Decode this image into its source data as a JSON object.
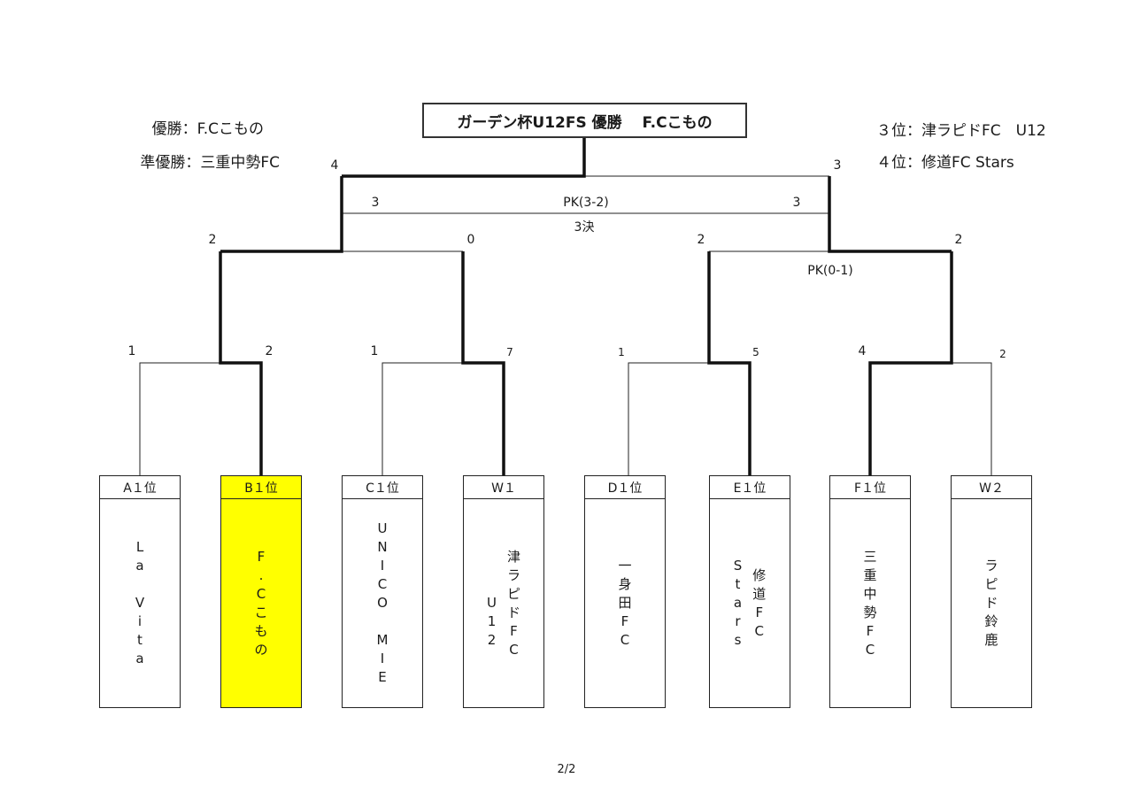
{
  "title": "ガーデン杯U12FS 優勝　 F.Cこもの",
  "results": {
    "champion": "優勝：F.Cこもの",
    "runner_up": "準優勝：三重中勢FC",
    "third": "３位：津ラピドFC　U12",
    "fourth": "４位：修道FC Stars"
  },
  "teams": [
    {
      "seed": "A１位",
      "name": "La Vita",
      "lines": [
        "L\na\n\nV\ni\nt\na"
      ],
      "winner": false
    },
    {
      "seed": "B１位",
      "name": "F.Cこもの",
      "lines": [
        "F\n.\nC\nこ\nも\nの"
      ],
      "winner": true
    },
    {
      "seed": "C１位",
      "name": "UNICO MIE",
      "lines": [
        "U\nN\nI\nC\nO\n\nM\nI\nE"
      ],
      "winner": false
    },
    {
      "seed": "W１",
      "name": "津ラピドFC U12",
      "lines": [
        "津\nラ\nピ\nド\nF\nC",
        "\n\nU\n1\n2"
      ],
      "winner": false
    },
    {
      "seed": "D１位",
      "name": "一身田FC",
      "lines": [
        "一\n身\n田\nF\nC"
      ],
      "winner": false
    },
    {
      "seed": "E１位",
      "name": "修道FC Stars",
      "lines": [
        "修\n道\nF\nC",
        "S\nt\na\nr\ns"
      ],
      "winner": false
    },
    {
      "seed": "F１位",
      "name": "三重中勢FC",
      "lines": [
        "三\n重\n中\n勢\nF\nC"
      ],
      "winner": false
    },
    {
      "seed": "W２",
      "name": "ラピド鈴鹿",
      "lines": [
        "ラ\nピ\nド\n鈴\n鹿"
      ],
      "winner": false
    }
  ],
  "scores": {
    "r1": [
      "1",
      "2",
      "1",
      "7",
      "1",
      "5",
      "4",
      "2"
    ],
    "r2": [
      "2",
      "0",
      "2",
      "2"
    ],
    "final": [
      "4",
      "3"
    ],
    "third_place": [
      "3",
      "3"
    ]
  },
  "notes": {
    "third_pk": "PK(3-2)",
    "third_label": "3決",
    "semi_pk": "PK(0-1)"
  },
  "page_number": "2/2"
}
